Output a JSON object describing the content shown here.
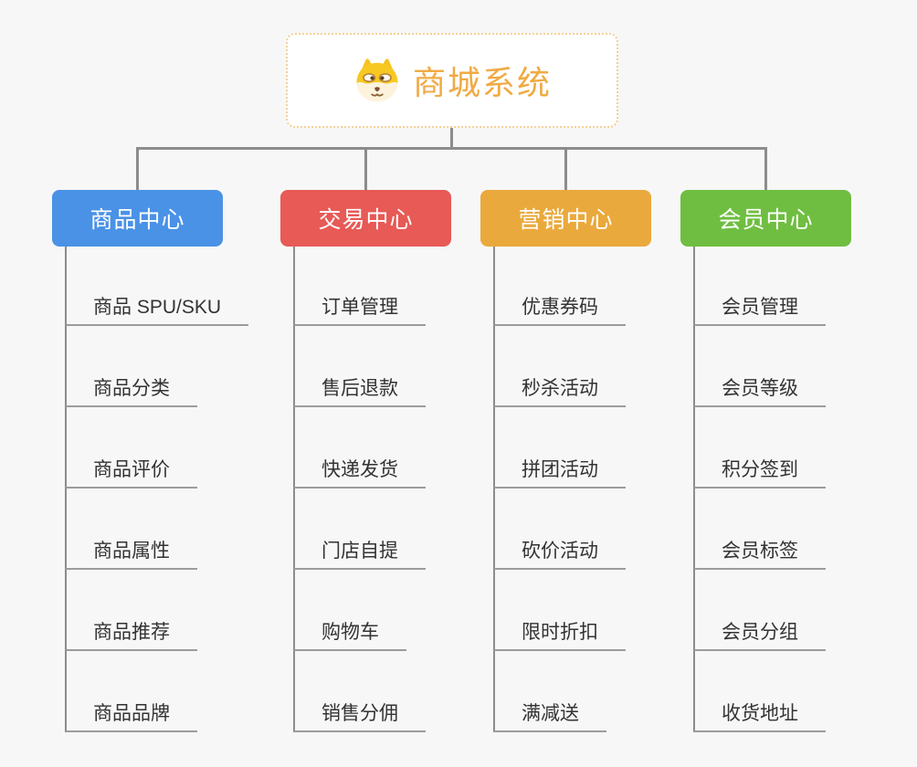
{
  "page": {
    "background": "#f7f7f7"
  },
  "root": {
    "title": "商城系统",
    "icon": "shiba-dog-icon",
    "text_color": "#f0aa43",
    "border_color": "#f3cf95",
    "background": "#ffffff"
  },
  "connector": {
    "color": "#8c8c8c"
  },
  "leaf_style": {
    "text_color": "#333333",
    "underline_color": "#9c9c9c"
  },
  "branches": [
    {
      "label": "商品中心",
      "color": "#4a92e6",
      "children": [
        "商品 SPU/SKU",
        "商品分类",
        "商品评价",
        "商品属性",
        "商品推荐",
        "商品品牌"
      ]
    },
    {
      "label": "交易中心",
      "color": "#e75a56",
      "children": [
        "订单管理",
        "售后退款",
        "快递发货",
        "门店自提",
        "购物车",
        "销售分佣"
      ]
    },
    {
      "label": "营销中心",
      "color": "#eaa93c",
      "children": [
        "优惠券码",
        "秒杀活动",
        "拼团活动",
        "砍价活动",
        "限时折扣",
        "满减送"
      ]
    },
    {
      "label": "会员中心",
      "color": "#6fbe41",
      "children": [
        "会员管理",
        "会员等级",
        "积分签到",
        "会员标签",
        "会员分组",
        "收货地址"
      ]
    }
  ]
}
